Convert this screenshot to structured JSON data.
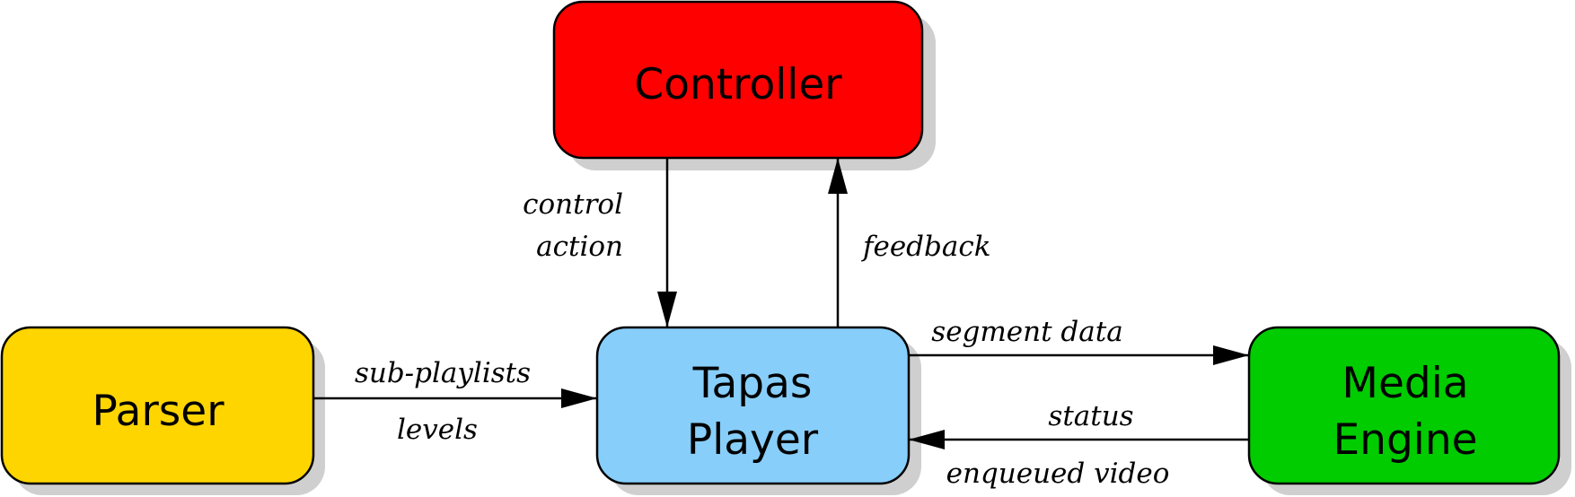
{
  "nodes": {
    "controller": {
      "label": "Controller",
      "color": "#ff0000"
    },
    "parser": {
      "label": "Parser",
      "color": "#ffd500"
    },
    "tapas_player": {
      "line1": "Tapas",
      "line2": "Player",
      "color": "#87cefa"
    },
    "media_engine": {
      "line1": "Media",
      "line2": "Engine",
      "color": "#00cc00"
    }
  },
  "edges": {
    "control_action": {
      "line1": "control",
      "line2": "action"
    },
    "feedback": {
      "label": "feedback"
    },
    "parser_to_player": {
      "line1": "sub-playlists",
      "line2": "levels"
    },
    "segment_data": {
      "label": "segment data"
    },
    "status": {
      "line1": "status",
      "line2": "enqueued video"
    }
  }
}
